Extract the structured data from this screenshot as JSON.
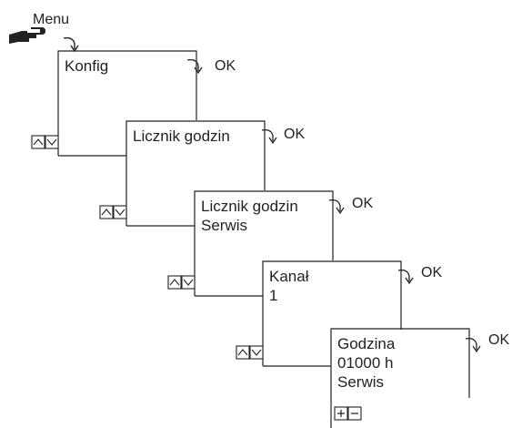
{
  "menu_label": "Menu",
  "ok_label": "OK",
  "screens": [
    {
      "lines": [
        "Konfig"
      ]
    },
    {
      "lines": [
        "Licznik godzin"
      ]
    },
    {
      "lines": [
        "Licznik godzin",
        "Serwis"
      ]
    },
    {
      "lines": [
        "Kanał",
        "1"
      ]
    },
    {
      "lines": [
        "Godzina",
        "01000 h",
        "Serwis"
      ]
    }
  ],
  "icons": {
    "pointer": "pointing-hand-icon",
    "press": "curved-arrow-icon",
    "nav": [
      "up-arrow-icon",
      "down-arrow-icon"
    ],
    "edit": [
      "plus-icon",
      "minus-icon"
    ]
  },
  "colors": {
    "stroke": "#222222",
    "background": "#ffffff"
  }
}
